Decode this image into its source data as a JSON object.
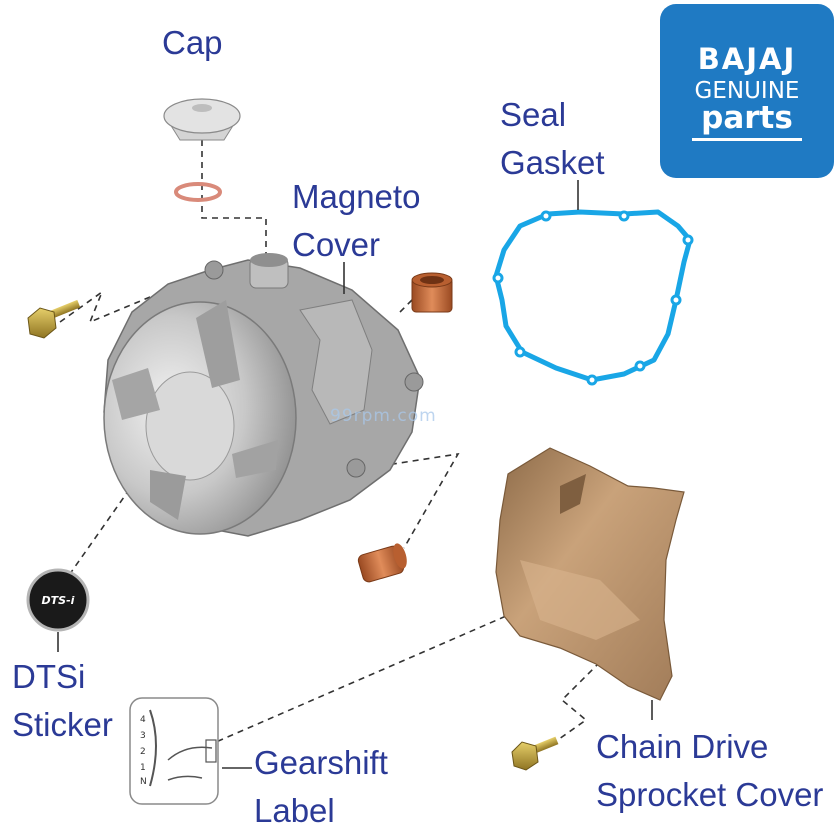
{
  "labels": {
    "cap": "Cap",
    "seal_line1": "Seal",
    "seal_line2": "Gasket",
    "magneto_line1": "Magneto",
    "magneto_line2": "Cover",
    "dtsi_line1": "DTSi",
    "dtsi_line2": "Sticker",
    "gearshift_line1": "Gearshift",
    "gearshift_line2": "Label",
    "chain_line1": "Chain Drive",
    "chain_line2": "Sprocket Cover"
  },
  "logo": {
    "brand": "BAJAJ",
    "line2": "GENUINE",
    "line3": "parts",
    "bg_color": "#1f7ac3"
  },
  "watermark": "99rpm.com",
  "sticker_text": "DTS-i",
  "gear_positions": [
    "4",
    "3",
    "2",
    "1",
    "N"
  ],
  "colors": {
    "label_text": "#2b3a96",
    "gasket": "#19a6e6",
    "bushing": "#c46a35",
    "bolt": "#c9a437",
    "chain_cover": "#b99065",
    "magneto": "#c9c9c9"
  }
}
